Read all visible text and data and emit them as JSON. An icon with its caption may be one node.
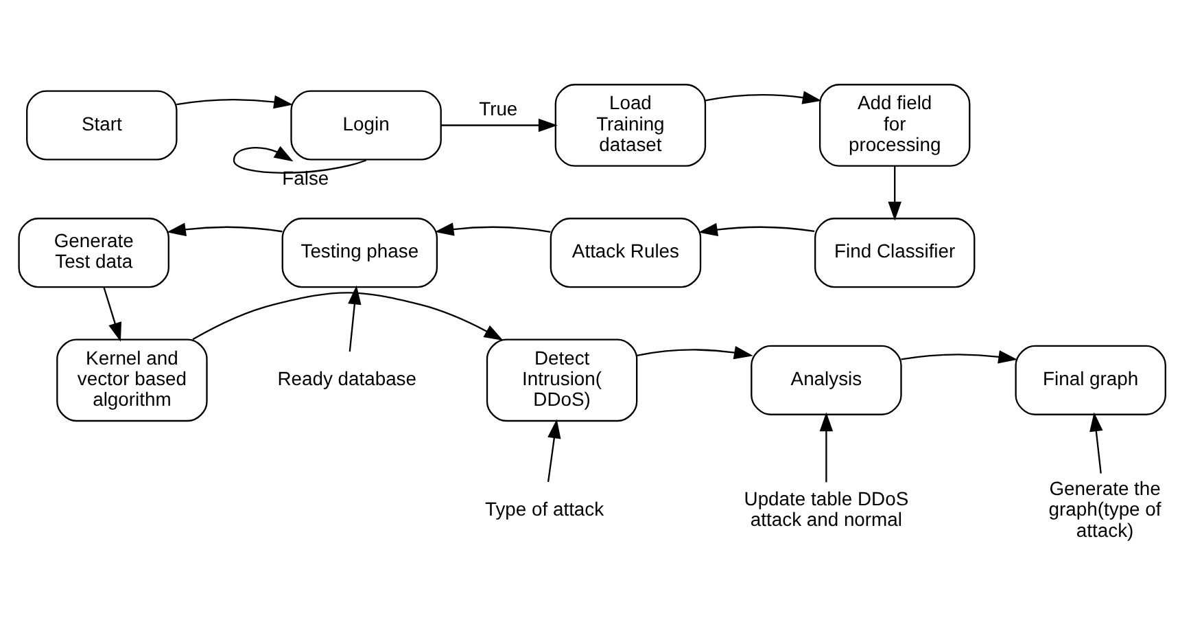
{
  "diagram": {
    "nodes": [
      {
        "text": [
          "Start"
        ]
      },
      {
        "text": [
          "Login"
        ]
      },
      {
        "text": [
          "Load Training dataset"
        ]
      },
      {
        "text": [
          "Add field for processing"
        ]
      },
      {
        "text": [
          "Find Classifier"
        ]
      },
      {
        "text": [
          "Attack Rules"
        ]
      },
      {
        "text": [
          "Testing phase"
        ]
      },
      {
        "text": [
          "Generate Test data"
        ]
      },
      {
        "text": [
          "Kernel and vector based algorithm"
        ]
      },
      {
        "text": [
          "Detect Intrusion( DDoS)"
        ]
      },
      {
        "text": [
          "Analysis"
        ]
      },
      {
        "text": [
          "Final graph"
        ]
      },
      {
        "text": [
          "Ready database"
        ]
      },
      {
        "text": [
          "Type of attack"
        ]
      },
      {
        "text": [
          "Update table DDoS attack and normal"
        ]
      },
      {
        "text": [
          "Generate the graph(type of attack)"
        ]
      }
    ],
    "edges": [
      {
        "from": 0,
        "to": 1,
        "arrow": "to"
      },
      {
        "from": 1,
        "to": 2,
        "arrow": "to",
        "label": "True"
      },
      {
        "from": 1,
        "to": 1,
        "arrow": "to",
        "label": "False"
      },
      {
        "from": 2,
        "to": 3,
        "arrow": "to"
      },
      {
        "from": 3,
        "to": 4,
        "arrow": "to"
      },
      {
        "from": 4,
        "to": 5,
        "arrow": "to"
      },
      {
        "from": 5,
        "to": 6,
        "arrow": "to"
      },
      {
        "from": 6,
        "to": 7,
        "arrow": "to"
      },
      {
        "from": 7,
        "to": 8,
        "arrow": "to"
      },
      {
        "from": 8,
        "to": 9,
        "arrow": "to"
      },
      {
        "from": 9,
        "to": 10,
        "arrow": "to"
      },
      {
        "from": 10,
        "to": 11,
        "arrow": "to"
      },
      {
        "from": 12,
        "to": 6,
        "arrow": "to"
      },
      {
        "from": 13,
        "to": 9,
        "arrow": "to"
      },
      {
        "from": 14,
        "to": 10,
        "arrow": "to"
      },
      {
        "from": 15,
        "to": 11,
        "arrow": "to"
      }
    ]
  }
}
